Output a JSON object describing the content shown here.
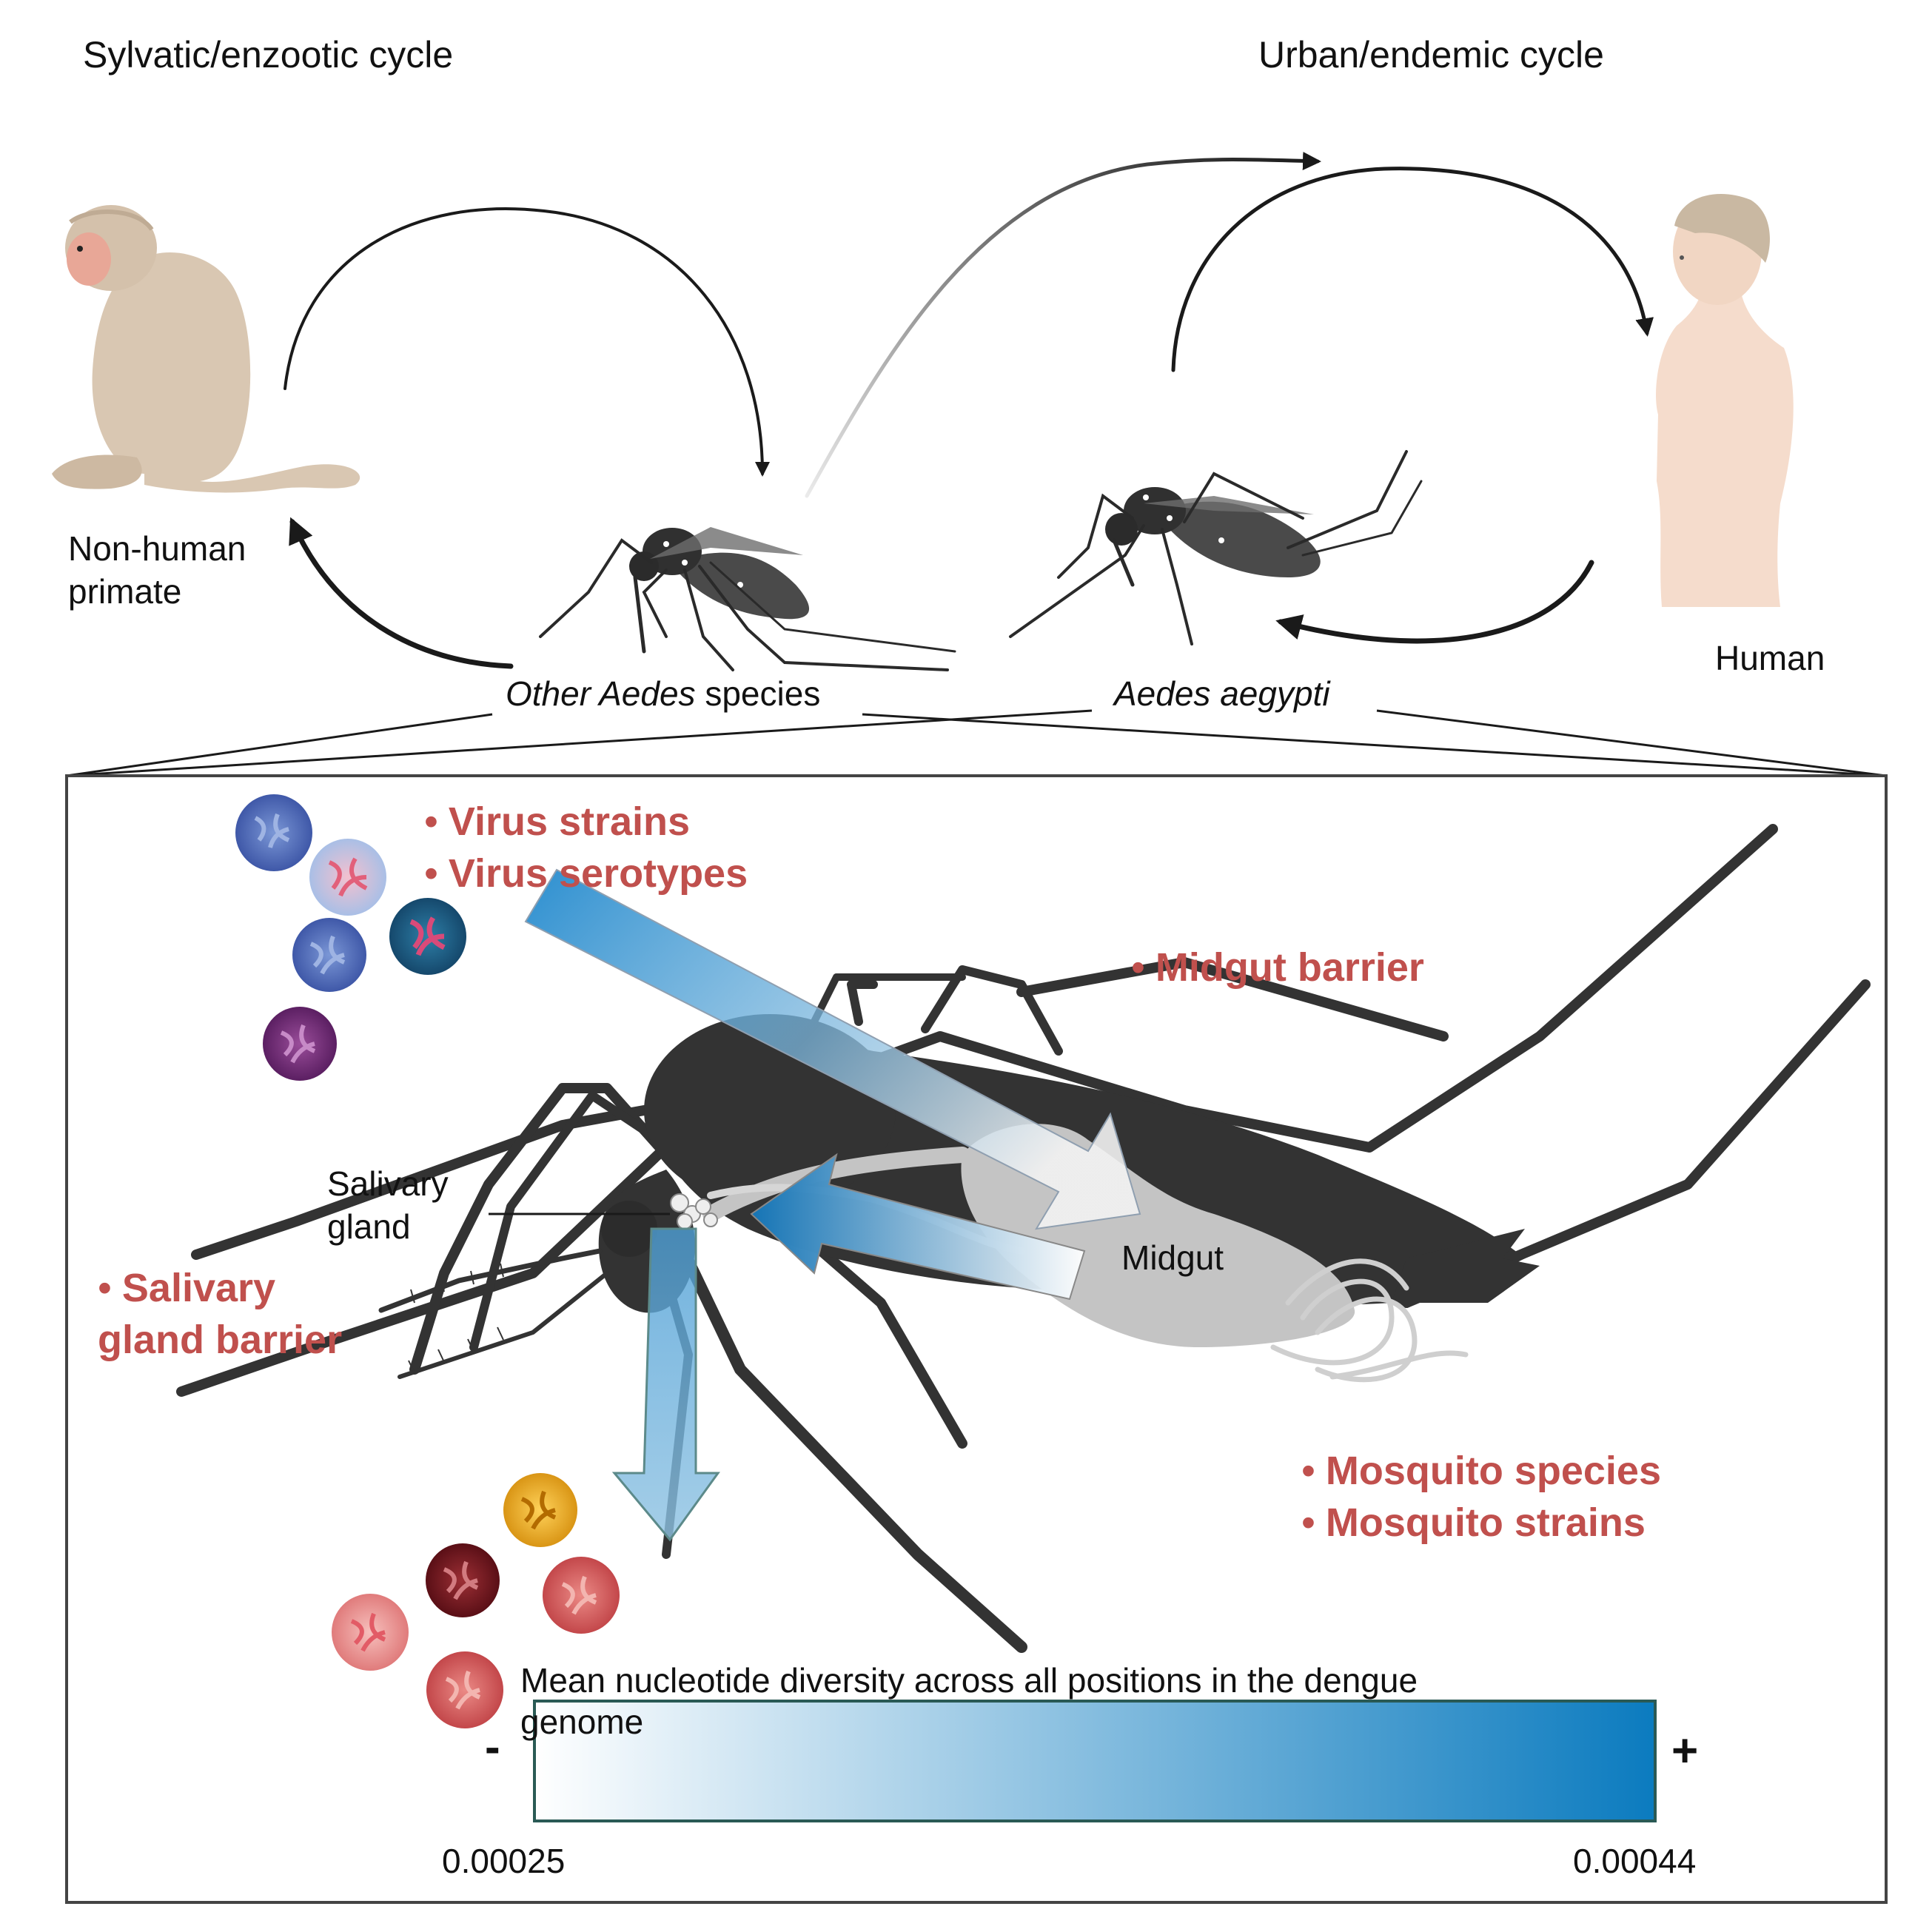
{
  "titles": {
    "sylvatic": "Sylvatic/enzootic cycle",
    "urban": "Urban/endemic cycle"
  },
  "hosts": {
    "primate_line1": "Non-human",
    "primate_line2": "primate",
    "human": "Human"
  },
  "vectors": {
    "other_italic": "Other Aedes",
    "other_suffix": "species",
    "aegypti": "Aedes aegypti"
  },
  "factors": {
    "bullet": "•",
    "virus_strains": "Virus strains",
    "virus_serotypes": "Virus serotypes",
    "midgut_barrier": "Midgut barrier",
    "salivary_line1": "Salivary",
    "salivary_line2": "gland barrier",
    "mosquito_species": "Mosquito species",
    "mosquito_strains": "Mosquito strains"
  },
  "anatomy": {
    "salivary_line1": "Salivary",
    "salivary_line2": "gland",
    "midgut": "Midgut"
  },
  "legend": {
    "title_line1": "Mean nucleotide diversity across all positions in the dengue",
    "title_line2": "genome",
    "minus": "-",
    "plus": "+",
    "min_value": "0.00025",
    "max_value": "0.00044",
    "color_low": "#ffffff",
    "color_high": "#0b7bbf"
  },
  "colors": {
    "factor_text": "#c0504d",
    "arrow": "#222222",
    "mosquito": "#333333",
    "midgut": "#c4c4c4"
  },
  "icons": {
    "primate": "monkey-icon",
    "human": "human-icon",
    "vector": "mosquito-icon",
    "virus": "virus-particle-icon"
  }
}
